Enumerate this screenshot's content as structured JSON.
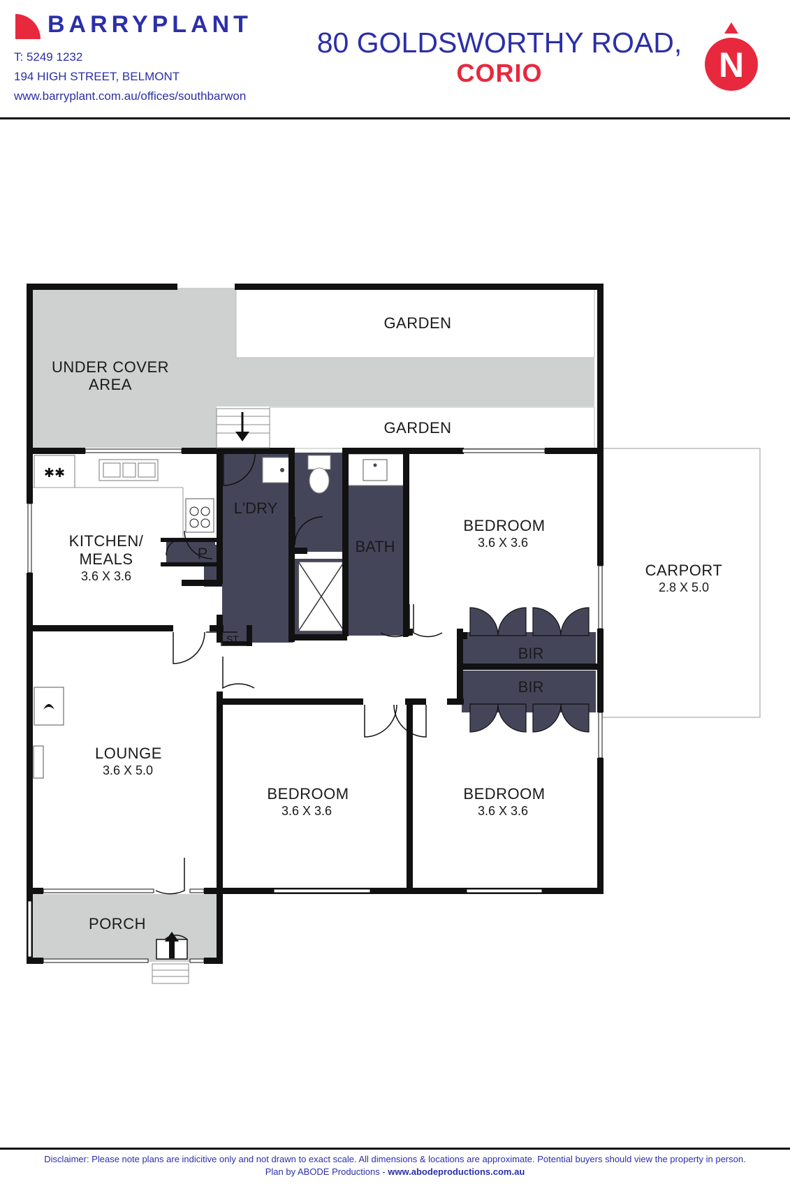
{
  "header": {
    "brand": "BARRYPLANT",
    "phone": "T: 5249 1232",
    "office_address": "194 HIGH STREET, BELMONT",
    "website": "www.barryplant.com.au/offices/southbarwon",
    "property_street": "80 GOLDSWORTHY ROAD,",
    "property_suburb": "CORIO",
    "north_letter": "N"
  },
  "rooms": {
    "garden_top": "GARDEN",
    "under_cover_1": "UNDER COVER",
    "under_cover_2": "AREA",
    "garden_mid": "GARDEN",
    "laundry": "L'DRY",
    "bath": "BATH",
    "pantry": "P",
    "store": "ST.",
    "kitchen_1": "KITCHEN/",
    "kitchen_2": "MEALS",
    "kitchen_dim": "3.6 X 3.6",
    "bedroom1": "BEDROOM",
    "bedroom1_dim": "3.6 X 3.6",
    "carport": "CARPORT",
    "carport_dim": "2.8 X 5.0",
    "bir1": "BIR",
    "bir2": "BIR",
    "lounge": "LOUNGE",
    "lounge_dim": "3.6 X 5.0",
    "bedroom2": "BEDROOM",
    "bedroom2_dim": "3.6 X 3.6",
    "bedroom3": "BEDROOM",
    "bedroom3_dim": "3.6 X 3.6",
    "porch": "PORCH"
  },
  "footer": {
    "disclaimer": "Disclaimer: Please note plans are indicitive only and not drawn to exact scale. All dimensions & locations are approximate. Potential buyers should view the property in person.",
    "credit_prefix": "Plan by ABODE Productions - ",
    "credit_link": "www.abodeproductions.com.au"
  },
  "colors": {
    "brand_blue": "#2b2fa8",
    "brand_red": "#e8283d",
    "wet_area": "#45455a",
    "outdoor": "#cfd0d0",
    "wall": "#111111"
  }
}
